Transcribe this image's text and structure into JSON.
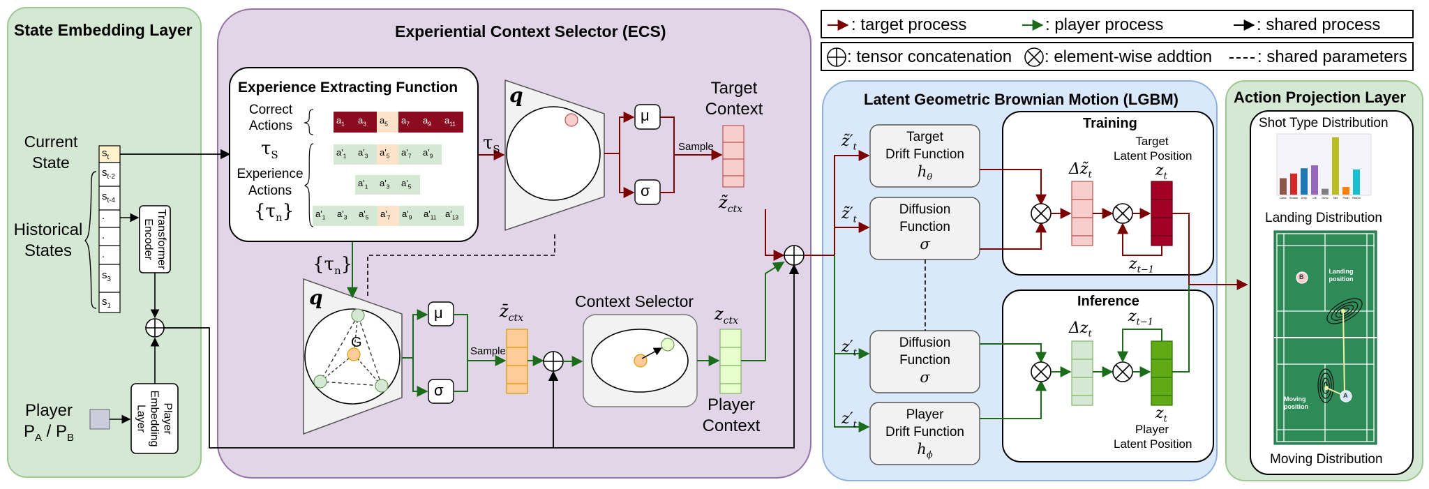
{
  "legend": {
    "target_process": ": target process",
    "player_process": ": player process",
    "shared_process": ": shared process",
    "tensor_concat": ": tensor concatenation",
    "elementwise_add": ": element-wise addtion",
    "shared_params": ": shared parameters"
  },
  "state_embedding": {
    "title": "State Embedding Layer",
    "current_state": [
      "Current",
      "State"
    ],
    "historical_states": [
      "Historical",
      "States"
    ],
    "stack": [
      "s",
      "s",
      "s",
      ".",
      ".",
      ".",
      "s",
      "s"
    ],
    "stack_subs": [
      "t",
      "t-2",
      "t-4",
      "",
      "",
      "",
      "3",
      "1"
    ],
    "transformer_encoder": [
      "Transformer",
      "Encoder"
    ],
    "player": [
      "Player",
      "P",
      "/ P"
    ],
    "player_subs": [
      "A",
      "B"
    ],
    "player_embedding": [
      "Player",
      "Embedding",
      "Layer"
    ]
  },
  "ecs": {
    "title": "Experiential Context Selector (ECS)",
    "extract_title": "Experience Extracting Function",
    "correct_actions": [
      "Correct",
      "Actions"
    ],
    "tau_s": "τ",
    "tau_s_sub": "S",
    "experience_actions": [
      "Experience",
      "Actions"
    ],
    "tau_n": "{τ",
    "tau_n_sub": "n",
    "tau_n_close": "}",
    "row1": [
      "a",
      "a",
      "a",
      "a",
      "a",
      "a"
    ],
    "row1_subs": [
      "1",
      "3",
      "5",
      "7",
      "9",
      "11"
    ],
    "row2": [
      "a'",
      "a'",
      "a'",
      "a'",
      "a'"
    ],
    "row2_subs": [
      "1",
      "3",
      "5",
      "7",
      "9"
    ],
    "row3": [
      "a'",
      "a'",
      "a'"
    ],
    "row3_subs": [
      "1",
      "3",
      "5"
    ],
    "row4": [
      "a'",
      "a'",
      "a'",
      "a'",
      "a'",
      "a'",
      "a'"
    ],
    "row4_subs": [
      "1",
      "3",
      "5",
      "7",
      "9",
      "11",
      "13"
    ],
    "q": "q",
    "mu": "μ",
    "sigma": "σ",
    "sample": "Sample",
    "target_context": [
      "Target",
      "Context"
    ],
    "z_tilde_ctx": "z̃",
    "ctx_sub": "ctx",
    "g_label": "G",
    "z_bar_ctx": "z̄",
    "context_selector": "Context Selector",
    "z_ctx": "z",
    "player_context": [
      "Player",
      "Context"
    ]
  },
  "lgbm": {
    "title": "Latent Geometric Brownian Motion (LGBM)",
    "target_drift": [
      "Target",
      "Drift Function",
      "h"
    ],
    "target_drift_sub": "θ",
    "diffusion": [
      "Diffusion",
      "Function",
      "σ"
    ],
    "player_drift": [
      "Player",
      "Drift Function",
      "h"
    ],
    "player_drift_sub": "ϕ",
    "z_tilde_prime": "z̃′",
    "z_prime": "z′",
    "t_sub": "t",
    "training": "Training",
    "inference": "Inference",
    "delta_z": "Δz̃",
    "delta_z_plain": "Δz",
    "target_latent": [
      "Target",
      "Latent Position"
    ],
    "player_latent": [
      "Player",
      "Latent Position"
    ],
    "z": "z",
    "tm1_sub": "t−1"
  },
  "action_projection": {
    "title": "Action Projection Layer",
    "shot_type": "Shot Type Distribution",
    "shot_categories": [
      "Clear",
      "Smash",
      "Drop",
      "Lift",
      "Drive",
      "Net",
      "Push",
      "Return"
    ],
    "shot_values": [
      0.28,
      0.36,
      0.45,
      0.5,
      0.1,
      0.98,
      0.13,
      0.43
    ],
    "shot_colors": [
      "#8c564b",
      "#d62728",
      "#1f77b4",
      "#9467bd",
      "#7f7f7f",
      "#bcbd22",
      "#ff7f0e",
      "#17becf"
    ],
    "landing": "Landing Distribution",
    "moving": "Moving Distribution",
    "landing_position": [
      "Landing",
      "position"
    ],
    "moving_position": [
      "Moving",
      "position"
    ],
    "b": "B",
    "a": "A"
  }
}
